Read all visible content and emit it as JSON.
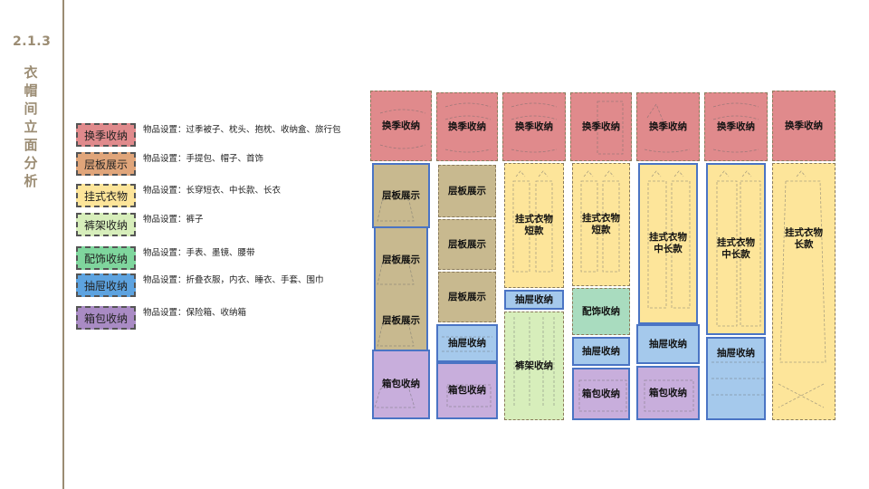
{
  "section": {
    "number": "2.1.3",
    "title": "衣帽间立面分析"
  },
  "legend": [
    {
      "label": "换季收纳",
      "desc": "物品设置：过季被子、枕头、抱枕、收纳盒、旅行包",
      "color": "#e08a8c"
    },
    {
      "label": "层板展示",
      "desc": "物品设置：手提包、帽子、首饰",
      "color": "#e0a57a"
    },
    {
      "label": "挂式衣物",
      "desc": "物品设置：长穿短衣、中长款、长衣",
      "color": "#fde59a"
    },
    {
      "label": "裤架收纳",
      "desc": "物品设置：裤子",
      "color": "#d7eebb"
    },
    {
      "label": "配饰收纳",
      "desc": "物品设置：手表、墨镜、腰带",
      "color": "#7fd69d"
    },
    {
      "label": "抽屉收纳",
      "desc": "物品设置：折叠衣服，内衣、睡衣、手套、围巾",
      "color": "#5da3e0"
    },
    {
      "label": "箱包收纳",
      "desc": "物品设置：保险箱、收纳箱",
      "color": "#a98bc4"
    }
  ],
  "elevation": {
    "columns": [
      {
        "blocks": [
          {
            "label": "换季收纳"
          },
          {
            "label": "层板展示"
          },
          {
            "label": "层板展示"
          },
          {
            "label": "层板展示"
          },
          {
            "label": "箱包收纳"
          }
        ]
      },
      {
        "blocks": [
          {
            "label": "换季收纳"
          },
          {
            "label": "层板展示"
          },
          {
            "label": "层板展示"
          },
          {
            "label": "层板展示"
          },
          {
            "label": "抽屉收纳"
          },
          {
            "label": "箱包收纳"
          }
        ]
      },
      {
        "blocks": [
          {
            "label": "换季收纳"
          },
          {
            "label": "挂式衣物短款"
          },
          {
            "label": "抽屉收纳"
          },
          {
            "label": "裤架收纳"
          }
        ]
      },
      {
        "blocks": [
          {
            "label": "换季收纳"
          },
          {
            "label": "挂式衣物短款"
          },
          {
            "label": "配饰收纳"
          },
          {
            "label": "抽屉收纳"
          },
          {
            "label": "箱包收纳"
          }
        ]
      },
      {
        "blocks": [
          {
            "label": "换季收纳"
          },
          {
            "label": "挂式衣物中长款"
          },
          {
            "label": "抽屉收纳"
          },
          {
            "label": "箱包收纳"
          }
        ]
      },
      {
        "blocks": [
          {
            "label": "换季收纳"
          },
          {
            "label": "挂式衣物中长款"
          },
          {
            "label": "抽屉收纳"
          }
        ]
      },
      {
        "blocks": [
          {
            "label": "换季收纳"
          },
          {
            "label": "挂式衣物长款"
          }
        ]
      }
    ]
  }
}
